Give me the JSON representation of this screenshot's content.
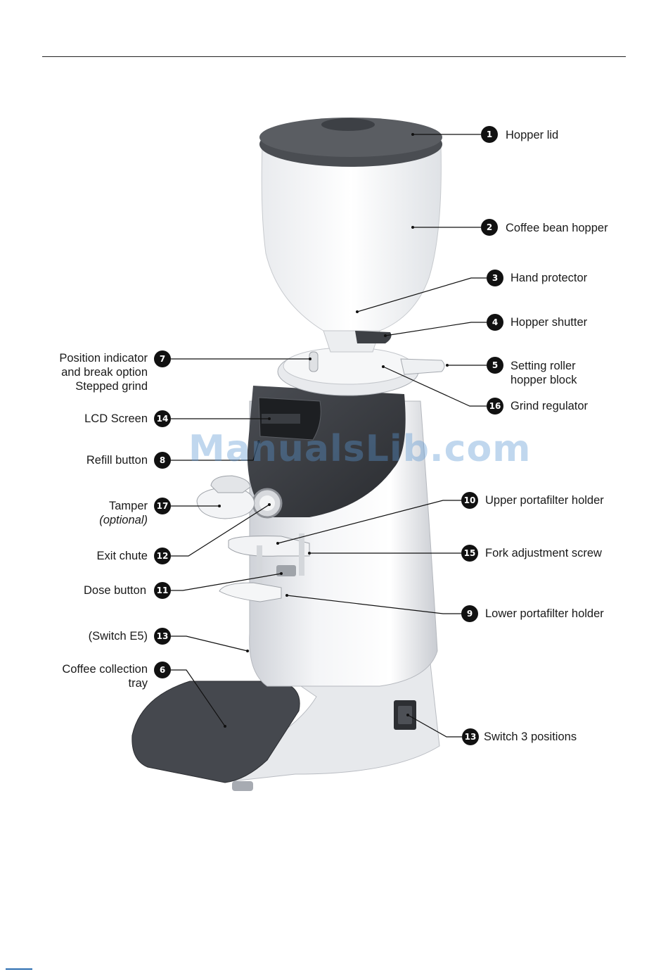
{
  "watermark": "ManualsLib.com",
  "callouts": [
    {
      "num": "1",
      "label": "Hopper lid"
    },
    {
      "num": "2",
      "label": "Coffee bean hopper"
    },
    {
      "num": "3",
      "label": "Hand protector"
    },
    {
      "num": "4",
      "label": "Hopper shutter"
    },
    {
      "num": "5",
      "line1": "Setting roller",
      "line2": "hopper block"
    },
    {
      "num": "16",
      "label": "Grind regulator"
    },
    {
      "num": "10",
      "label": "Upper portafilter holder"
    },
    {
      "num": "15",
      "label": "Fork adjustment screw"
    },
    {
      "num": "9",
      "label": "Lower portafilter holder"
    },
    {
      "num": "13",
      "label": "Switch 3 positions"
    },
    {
      "num": "7",
      "line1": "Position indicator",
      "line2": "and break option",
      "line3": "Stepped grind"
    },
    {
      "num": "14",
      "label": "LCD Screen"
    },
    {
      "num": "8",
      "label": "Refill button"
    },
    {
      "num": "17",
      "line1": "Tamper",
      "line2": "(optional)"
    },
    {
      "num": "12",
      "label": "Exit chute"
    },
    {
      "num": "11",
      "label": "Dose button"
    },
    {
      "num": "13",
      "label": "(Switch E5)"
    },
    {
      "num": "6",
      "line1": "Coffee collection",
      "line2": "tray"
    }
  ]
}
